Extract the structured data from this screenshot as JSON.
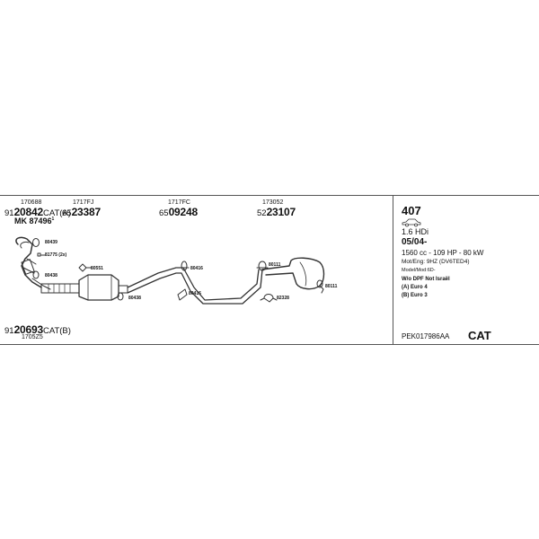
{
  "parts": [
    {
      "ref": "170688",
      "prefix": "91",
      "number": "20842",
      "suffix": "CAT(A)"
    },
    {
      "ref": "1717FJ",
      "prefix": "65",
      "number": "23387",
      "suffix": ""
    },
    {
      "ref": "1717FC",
      "prefix": "65",
      "number": "09248",
      "suffix": ""
    },
    {
      "ref": "173052",
      "prefix": "52",
      "number": "23107",
      "suffix": ""
    },
    {
      "ref": "1705Z5",
      "prefix": "91",
      "number": "20693",
      "suffix": "CAT(B)"
    }
  ],
  "kit": {
    "prefix": "MK",
    "number": "87496",
    "marker": "1"
  },
  "callouts": {
    "c1": "80439",
    "c2": "81775 (2x)",
    "c3": "80438",
    "c4": "80551",
    "c5": "80438",
    "c6": "80416",
    "c7": "80416",
    "c8": "80111",
    "c9": "82328",
    "c10": "80111"
  },
  "vehicle": {
    "model": "407",
    "engine": "1.6 HDi",
    "year": "05/04-",
    "displacement": "1560 cc - 109 HP - 80 kW",
    "motor": "Mot/Eng: 9HZ (DV6TED4)",
    "model_code": "Model/Mod:6D-",
    "note_line1": "W/o DPF   Not Israël",
    "note_line2": "(A) Euro 4",
    "note_line3": "(B) Euro 3",
    "code": "PEK017986AA",
    "cat_label": "CAT"
  }
}
